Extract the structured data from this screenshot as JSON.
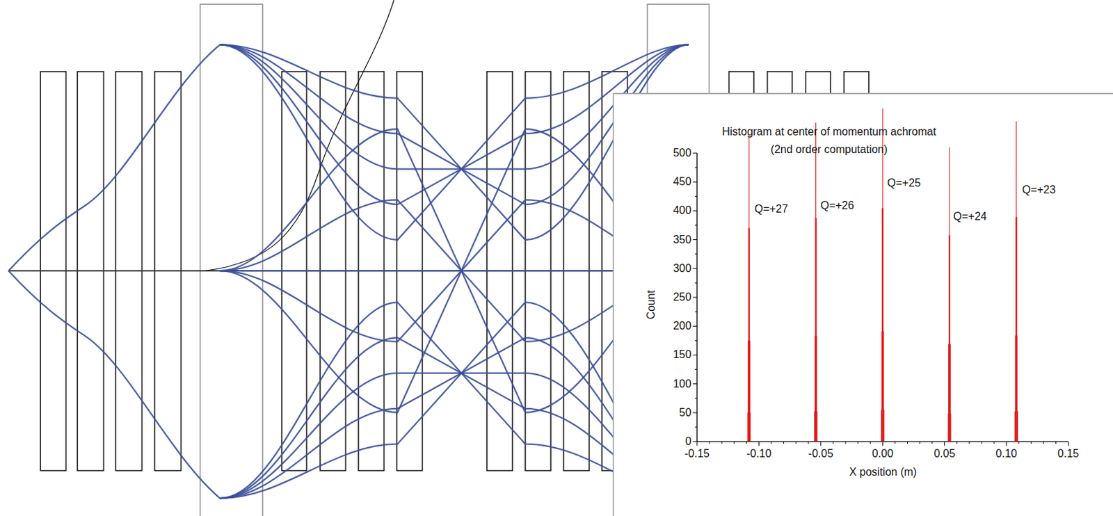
{
  "diagram": {
    "title": "Histogram at center of momentum achromat",
    "labels": [
      "(2nd order computation)",
      "0",
      "50",
      "100",
      "150",
      "200",
      "250",
      "300",
      "350",
      "400",
      "450",
      "500",
      "-0.15",
      "-0.10",
      "-0.05",
      "0.00",
      "0.05",
      "0.10",
      "0.15",
      "Count",
      "X position (m)",
      "Q=+27",
      "Q=+26",
      "Q=+25",
      "Q=+24",
      "Q=+23"
    ]
  }
}
